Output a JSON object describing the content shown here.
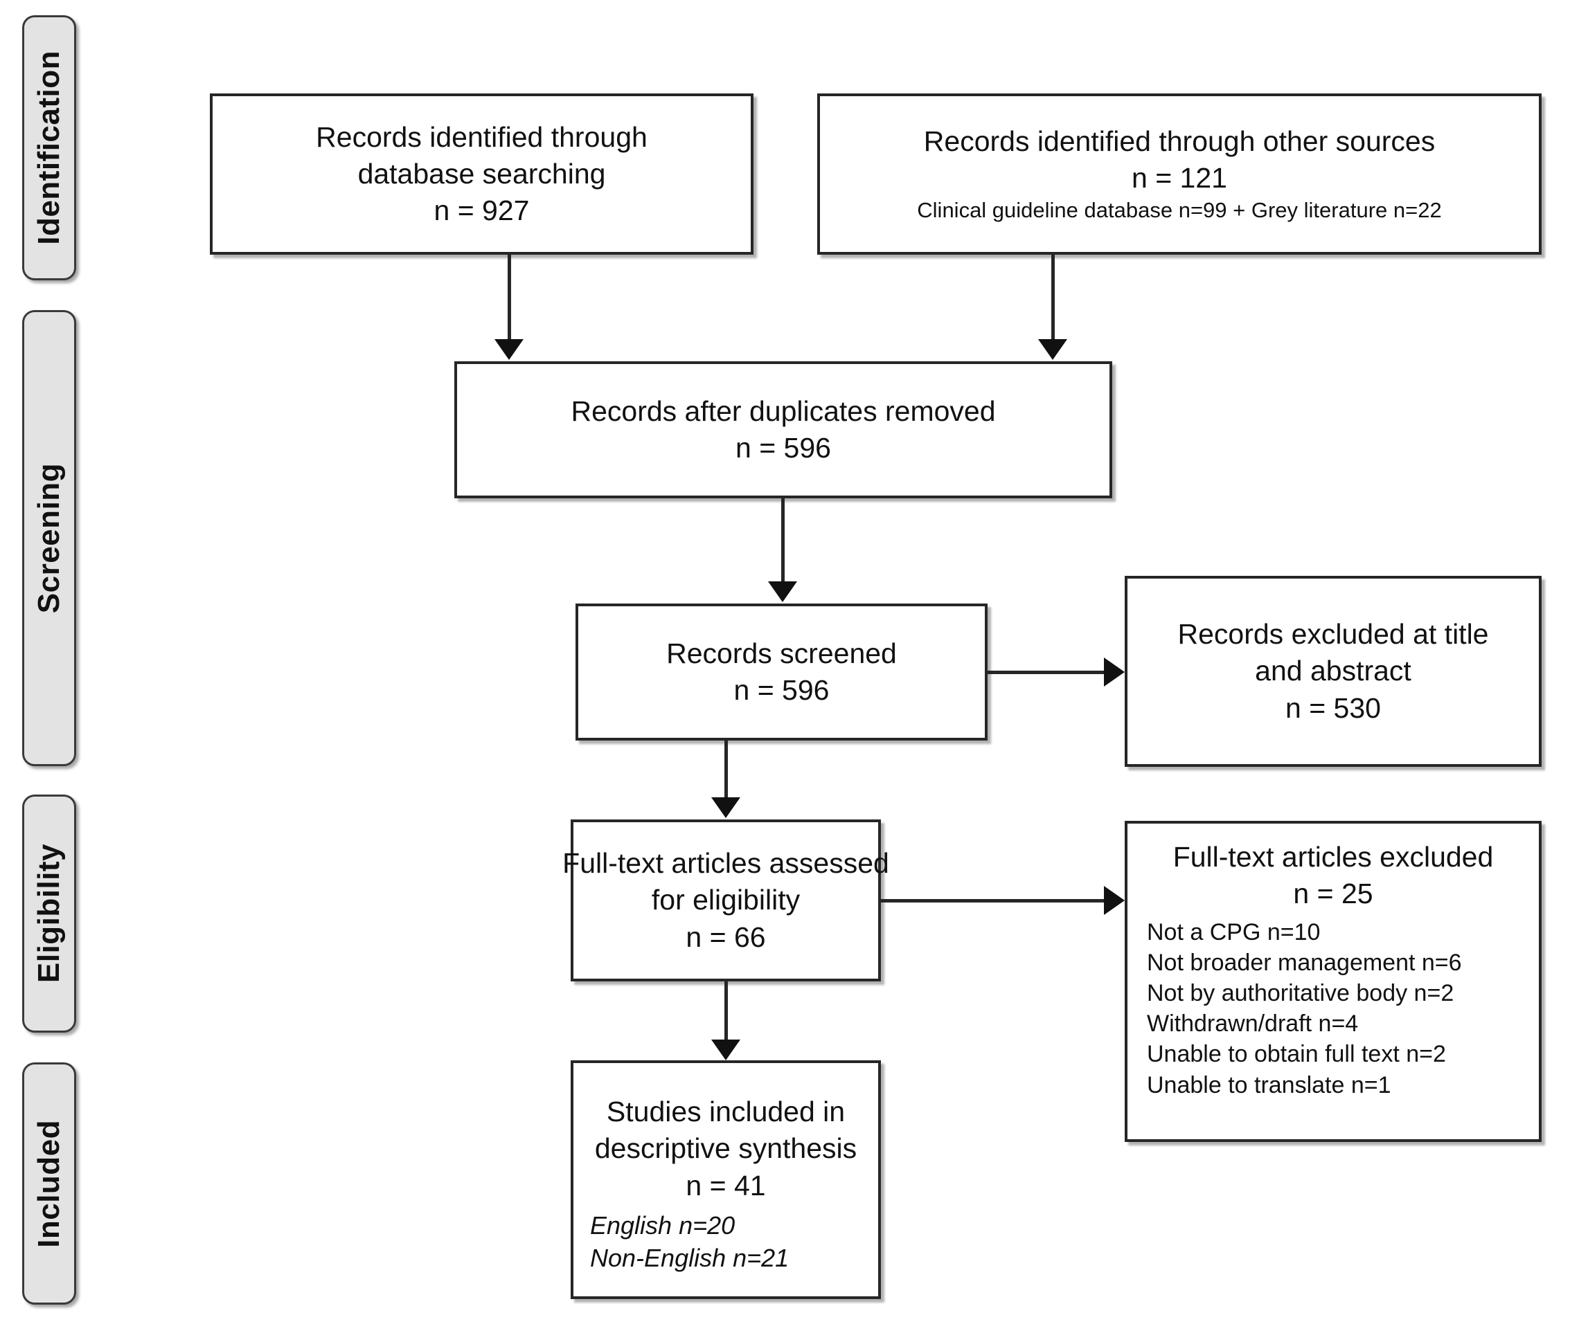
{
  "diagram": {
    "type": "prisma-flow-diagram",
    "stages": [
      {
        "key": "identification",
        "label": "Identification"
      },
      {
        "key": "screening",
        "label": "Screening"
      },
      {
        "key": "eligibility",
        "label": "Eligibility"
      },
      {
        "key": "included",
        "label": "Included"
      }
    ],
    "boxes": {
      "database_search": {
        "line1": "Records identified through",
        "line2": "database searching",
        "line3": "n = 927"
      },
      "other_sources": {
        "line1": "Records identified through other sources",
        "line2": "n = 121",
        "line3": "Clinical guideline database n=99 + Grey literature n=22"
      },
      "duplicates_removed": {
        "line1": "Records after duplicates removed",
        "line2": "n = 596"
      },
      "records_screened": {
        "line1": "Records screened",
        "line2": "n = 596"
      },
      "records_excluded": {
        "line1": "Records excluded at title",
        "line2": "and abstract",
        "line3": "n = 530"
      },
      "fulltext_assessed": {
        "line1": "Full-text articles assessed",
        "line2": "for eligibility",
        "line3": "n = 66"
      },
      "fulltext_excluded": {
        "line1": "Full-text articles excluded",
        "line2": "n = 25",
        "reasons": [
          "Not a CPG n=10",
          "Not broader management n=6",
          "Not by authoritative body n=2",
          "Withdrawn/draft n=4",
          "Unable to obtain full text n=2",
          "Unable to translate n=1"
        ]
      },
      "studies_included": {
        "line1": "Studies included in",
        "line2": "descriptive synthesis",
        "line3": "n = 41",
        "sub1": "English n=20",
        "sub2": "Non-English n=21"
      }
    },
    "colors": {
      "stage_tab_fill": "#e3e3e3",
      "stage_tab_border": "#3a3a3a",
      "box_border": "#262626",
      "connector": "#262626",
      "text": "#111111",
      "background": "#ffffff"
    }
  }
}
